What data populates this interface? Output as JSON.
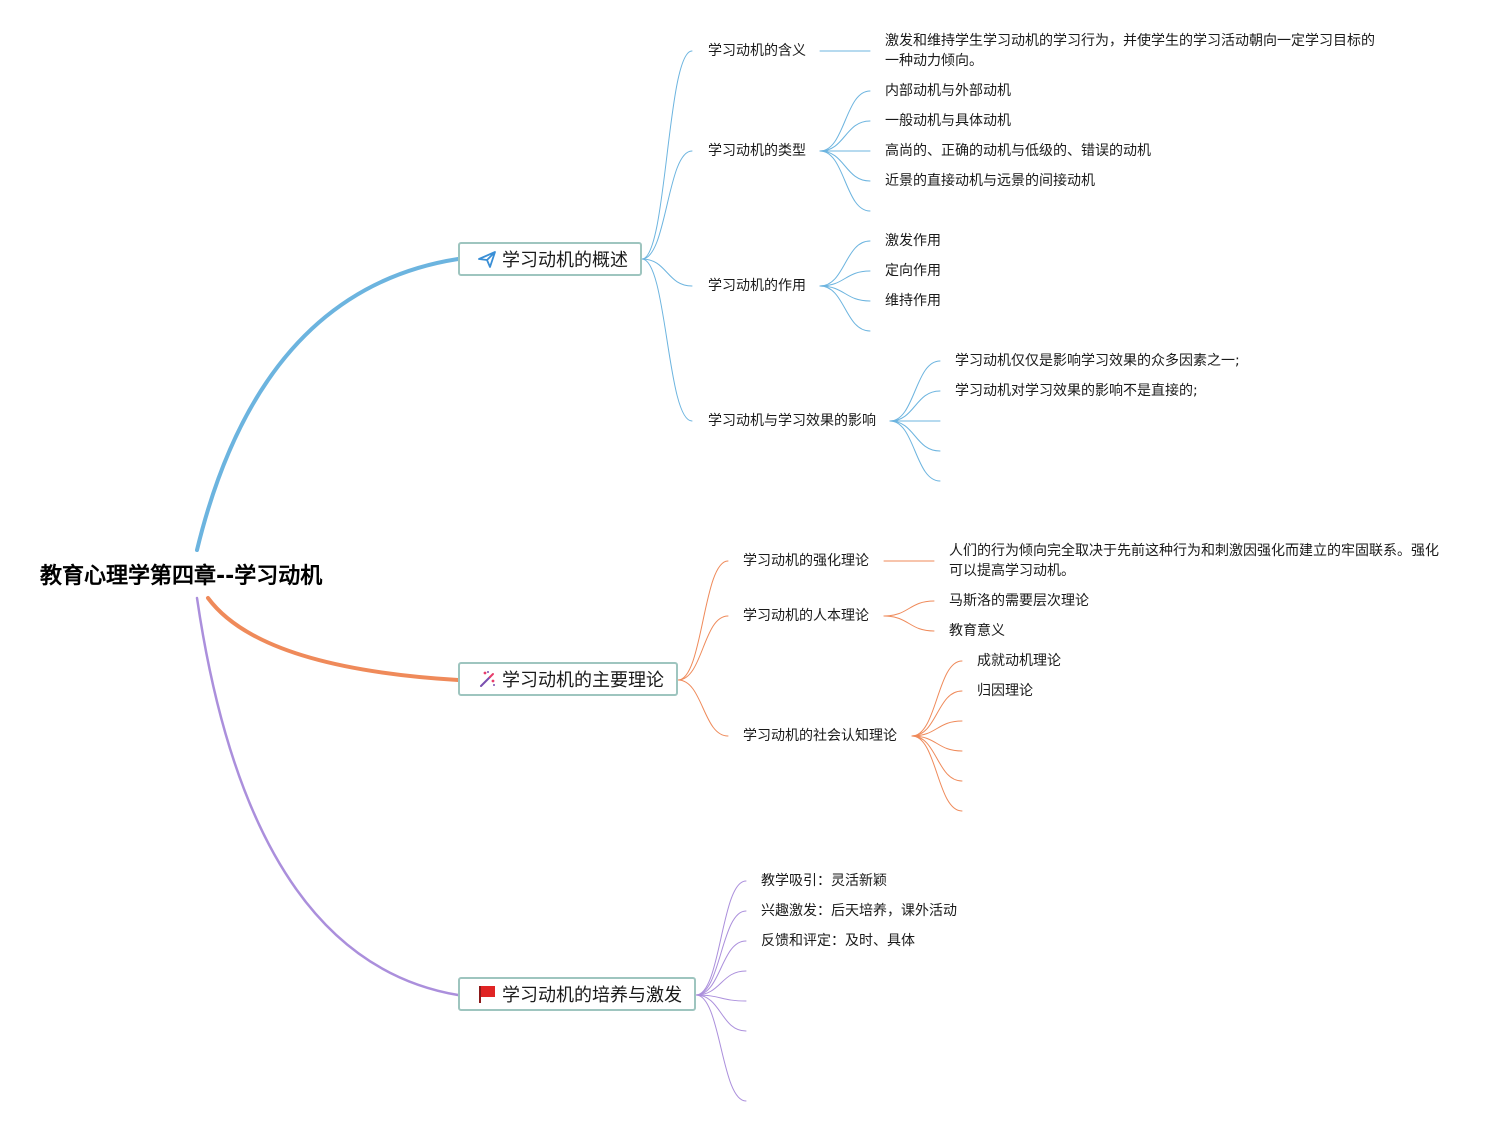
{
  "root": "教育心理学第四章--学习动机",
  "colors": {
    "blue": "#6cb4df",
    "orange": "#ef8a5a",
    "purple": "#ab8fdc",
    "node_border": "#9ec5bf"
  },
  "branches": [
    {
      "title": "学习动机的概述",
      "icon": "paper-plane-icon",
      "children": [
        {
          "label": "学习动机的含义",
          "items": [
            "激发和维持学生学习动机的学习行为，并使学生的学习活动朝向一定学习目标的",
            "一种动力倾向。"
          ]
        },
        {
          "label": "学习动机的类型",
          "items": [
            "内部动机与外部动机",
            "一般动机与具体动机",
            "高尚的、正确的动机与低级的、错误的动机",
            "近景的直接动机与远景的间接动机"
          ]
        },
        {
          "label": "学习动机的作用",
          "items": [
            "激发作用",
            "定向作用",
            "维持作用"
          ]
        },
        {
          "label": "学习动机与学习效果的影响",
          "items": [
            "学习动机仅仅是影响学习效果的众多因素之一;",
            "学习动机对学习效果的影响不是直接的;"
          ]
        }
      ]
    },
    {
      "title": "学习动机的主要理论",
      "icon": "magic-wand-icon",
      "children": [
        {
          "label": "学习动机的强化理论",
          "items": [
            "人们的行为倾向完全取决于先前这种行为和刺激因强化而建立的牢固联系。强化",
            "可以提高学习动机。"
          ]
        },
        {
          "label": "学习动机的人本理论",
          "items": [
            "马斯洛的需要层次理论",
            "教育意义"
          ]
        },
        {
          "label": "学习动机的社会认知理论",
          "items": [
            "成就动机理论",
            "归因理论"
          ]
        }
      ]
    },
    {
      "title": "学习动机的培养与激发",
      "icon": "red-flag-icon",
      "items": [
        "教学吸引：灵活新颖",
        "兴趣激发：后天培养，课外活动",
        "反馈和评定：及时、具体"
      ]
    }
  ]
}
